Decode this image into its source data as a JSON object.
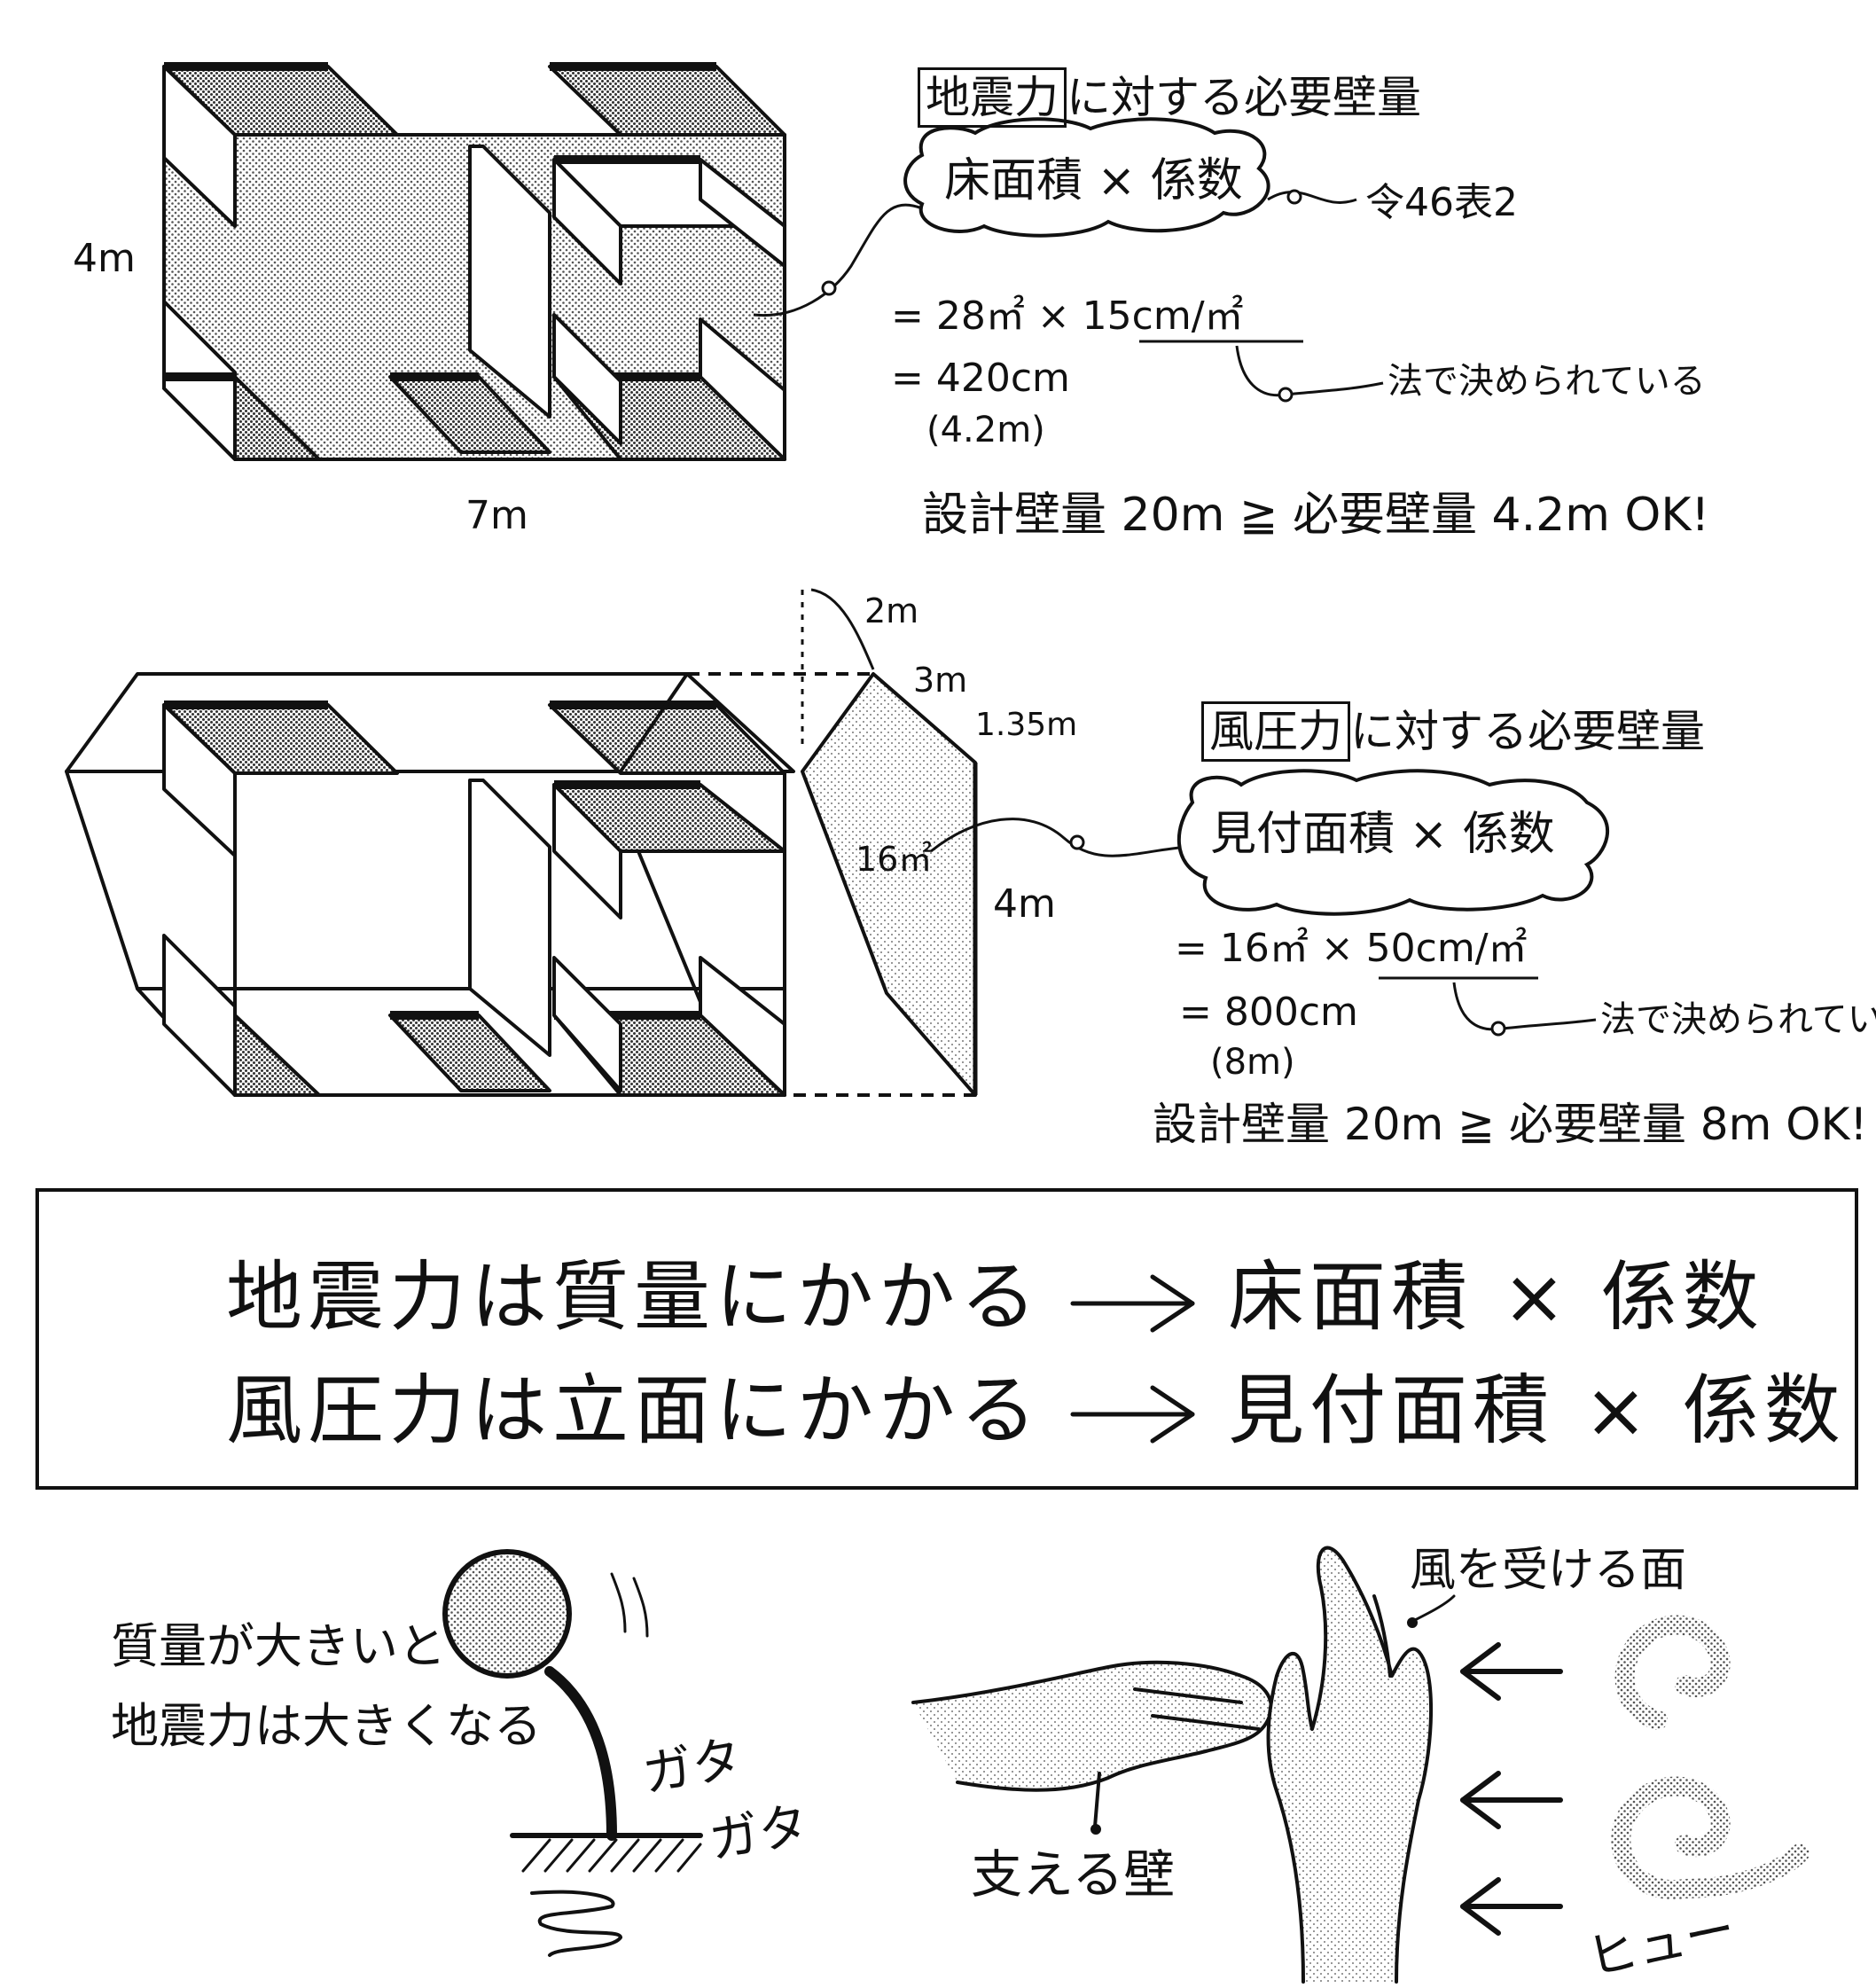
{
  "diagram1": {
    "dim_height": "4m",
    "dim_width": "7m",
    "title_boxed": "地震力",
    "title_rest": "に対する必要壁量",
    "formula": "床面積 × 係数",
    "reference": "令46表2",
    "calc_line1": "= 28㎡ × 15cm/㎡",
    "calc_line2": "= 420cm",
    "calc_line3": "(4.2m)",
    "law_note": "法で決められている",
    "conclusion": "設計壁量 20m ≧ 必要壁量 4.2m OK!"
  },
  "diagram2": {
    "dim_2m": "2m",
    "dim_3m": "3m",
    "dim_135m": "1.35m",
    "dim_4m": "4m",
    "area_label": "16㎡",
    "title_boxed": "風圧力",
    "title_rest": "に対する必要壁量",
    "formula": "見付面積 × 係数",
    "calc_line1": "= 16㎡ × 50cm/㎡",
    "calc_line2": "= 800cm",
    "calc_line3": "(8m)",
    "law_note": "法で決められている",
    "conclusion": "設計壁量 20m ≧ 必要壁量 8m OK!"
  },
  "summary": {
    "row1_left": "地震力は質量にかかる",
    "row1_right": "床面積 × 係数",
    "row2_left": "風圧力は立面にかかる",
    "row2_right": "見付面積 × 係数"
  },
  "illustration_left": {
    "caption_line1": "質量が大きいと",
    "caption_line2": "地震力は大きくなる",
    "sfx1": "ガタ",
    "sfx2": "ガタ"
  },
  "illustration_right": {
    "label_wind_face": "風を受ける面",
    "label_support_wall": "支える壁",
    "sfx_wind": "ヒュー"
  }
}
